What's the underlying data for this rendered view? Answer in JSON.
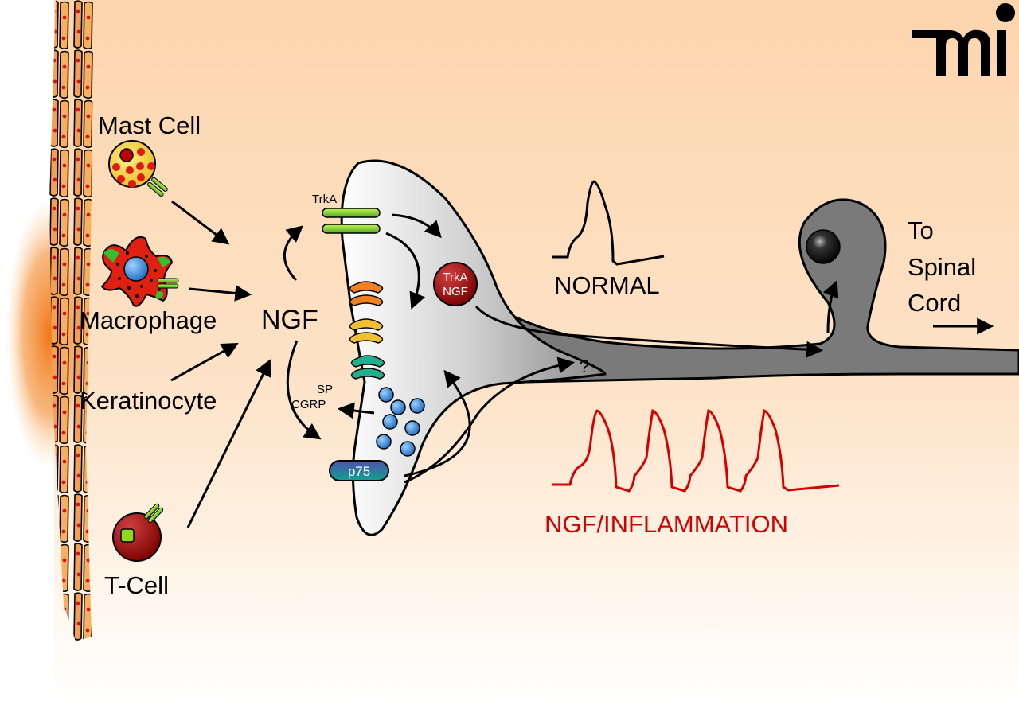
{
  "logo": {
    "text": "mi"
  },
  "cells": {
    "mast_cell": "Mast Cell",
    "macrophage": "Macrophage",
    "keratinocyte": "Keratinocyte",
    "t_cell": "T-Cell"
  },
  "ngf": "NGF",
  "receptors": {
    "trka": "TrkA",
    "complex_line1": "TrkA",
    "complex_line2": "NGF",
    "p75": "p75"
  },
  "neuropeptides": {
    "line1": "SP",
    "line2": "CGRP"
  },
  "question_mark": "?",
  "firing": {
    "normal_label": "NORMAL",
    "inflamed_label": "NGF/INFLAMMATION",
    "normal_color": "#000000",
    "inflamed_color": "#d40000",
    "normal_spike_count": 1,
    "inflamed_spike_count": 4
  },
  "destination": {
    "line1": "To",
    "line2": "Spinal",
    "line3": "Cord"
  },
  "colors": {
    "background_peach": "#fdd9b5",
    "neuron_gray": "#7a7a7a",
    "receptor_green": "#7ed321",
    "vesicle_blue": "#2a7fd4",
    "complex_red": "#8b0000"
  }
}
